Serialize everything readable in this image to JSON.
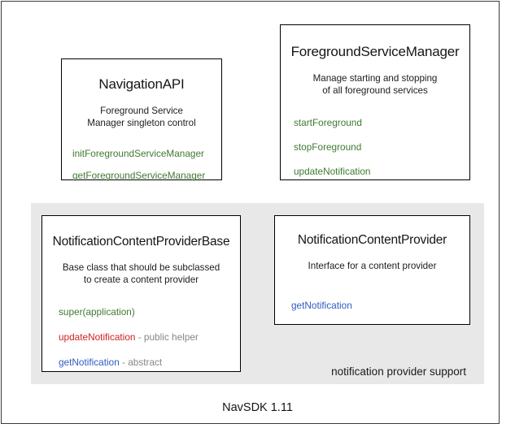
{
  "diagram": {
    "version_label": "NavSDK 1.11",
    "group_panel": {
      "caption": "notification provider support"
    },
    "colors": {
      "method_green": "#3f7a31",
      "method_red": "#cf2222",
      "method_blue": "#2f5cc0",
      "note_gray": "#868686",
      "panel_gray": "#e8e8e8",
      "box_border": "#000000"
    },
    "boxes": [
      {
        "id": "navigation-api",
        "title": "NavigationAPI",
        "description_lines": [
          "Foreground Service",
          "Manager singleton control"
        ],
        "members": [
          {
            "name": "initForegroundServiceManager",
            "note": "",
            "color": "green"
          },
          {
            "name": "getForegroundServiceManager",
            "note": "",
            "color": "green"
          }
        ]
      },
      {
        "id": "foreground-service-manager",
        "title": "ForegroundServiceManager",
        "description_lines": [
          "Manage starting and stopping",
          "of all foreground services"
        ],
        "members": [
          {
            "name": "startForeground",
            "note": "",
            "color": "green"
          },
          {
            "name": "stopForeground",
            "note": "",
            "color": "green"
          },
          {
            "name": "updateNotification",
            "note": "",
            "color": "green"
          }
        ]
      },
      {
        "id": "notification-content-provider-base",
        "title": "NotificationContentProviderBase",
        "description_lines": [
          "Base class that should be subclassed",
          "to create a content provider"
        ],
        "members": [
          {
            "name": "super(application)",
            "note": "",
            "color": "green"
          },
          {
            "name": "updateNotification",
            "note": " - public helper",
            "color": "red"
          },
          {
            "name": "getNotification",
            "note": " - abstract",
            "color": "blue"
          }
        ]
      },
      {
        "id": "notification-content-provider",
        "title": "NotificationContentProvider",
        "description_lines": [
          "Interface for a content provider"
        ],
        "members": [
          {
            "name": "getNotification",
            "note": "",
            "color": "blue"
          }
        ]
      }
    ]
  }
}
